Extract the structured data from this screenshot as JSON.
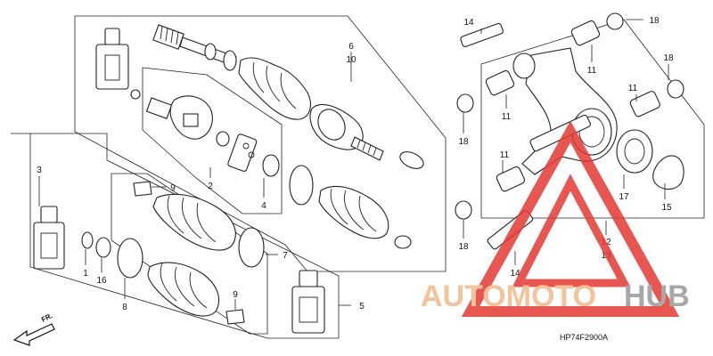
{
  "diagram": {
    "callouts": {
      "c1": "1",
      "c2": "2",
      "c3": "3",
      "c4": "4",
      "c5": "5",
      "c6": "6",
      "c10": "10",
      "c7": "7",
      "c8": "8",
      "c9a": "9",
      "c9b": "9",
      "c11a": "11",
      "c11b": "11",
      "c11c": "11",
      "c11d": "11",
      "c12": "12",
      "c13": "13",
      "c14a": "14",
      "c14b": "14",
      "c15": "15",
      "c16": "16",
      "c17": "17",
      "c18a": "18",
      "c18b": "18",
      "c18c": "18",
      "c18d": "18"
    },
    "diagram_code": "HP74F2900A",
    "front_indicator": "FR."
  },
  "watermark": {
    "brand_part1": "AUTOMOTO",
    "brand_part2": "HUB",
    "accent_color": "#e53935",
    "brand_color_1": "#f2b98a",
    "brand_color_2": "#9a9a9a"
  }
}
